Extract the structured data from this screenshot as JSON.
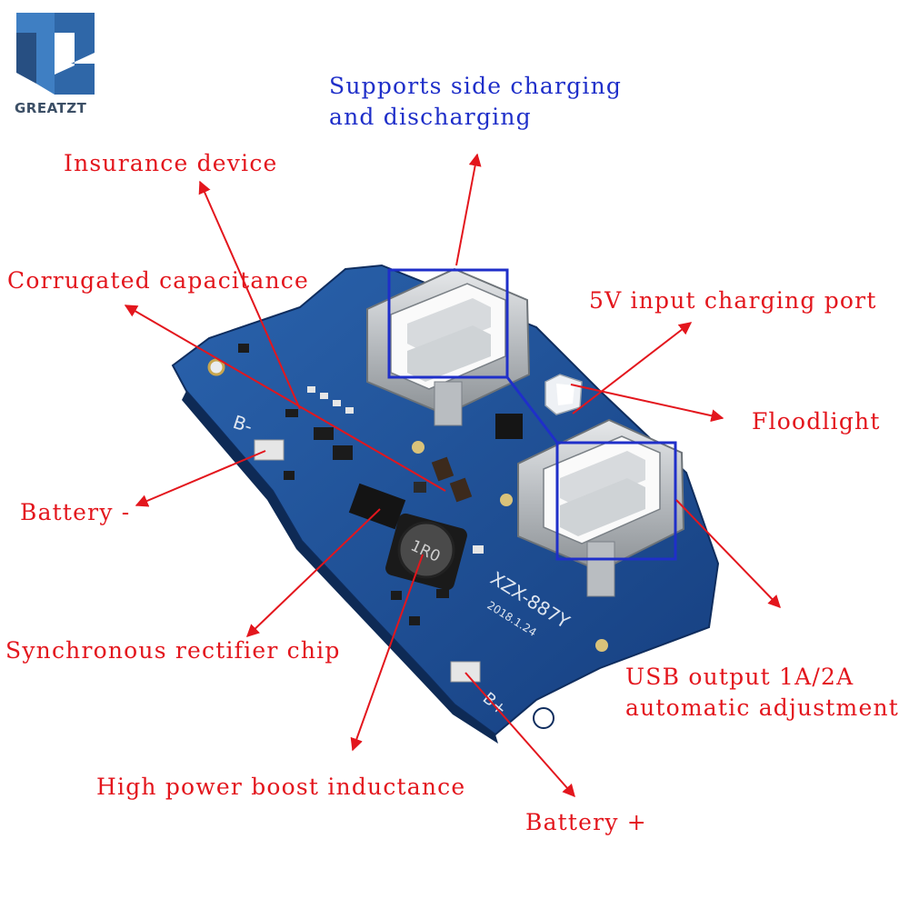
{
  "brand": {
    "name": "GREATZT"
  },
  "board": {
    "model_text": "XZX-887Y",
    "date_text": "2018.1.24",
    "inductor_text": "1R0",
    "minus_marking": "B-",
    "plus_marking": "B+"
  },
  "annotations": {
    "side_charging": [
      "Supports side charging",
      "and discharging"
    ],
    "insurance": "Insurance device",
    "capacitance": "Corrugated capacitance",
    "input_port": "5V input charging port",
    "floodlight": "Floodlight",
    "battery_minus": "Battery -",
    "rectifier": "Synchronous rectifier chip",
    "usb_output": [
      "USB output  1A/2A",
      "automatic adjustment"
    ],
    "inductance": "High power boost inductance",
    "battery_plus": "Battery +"
  },
  "colors": {
    "annotation": "#e3161d",
    "highlight": "#1f2fc9",
    "pcb": "#1d4f96"
  }
}
